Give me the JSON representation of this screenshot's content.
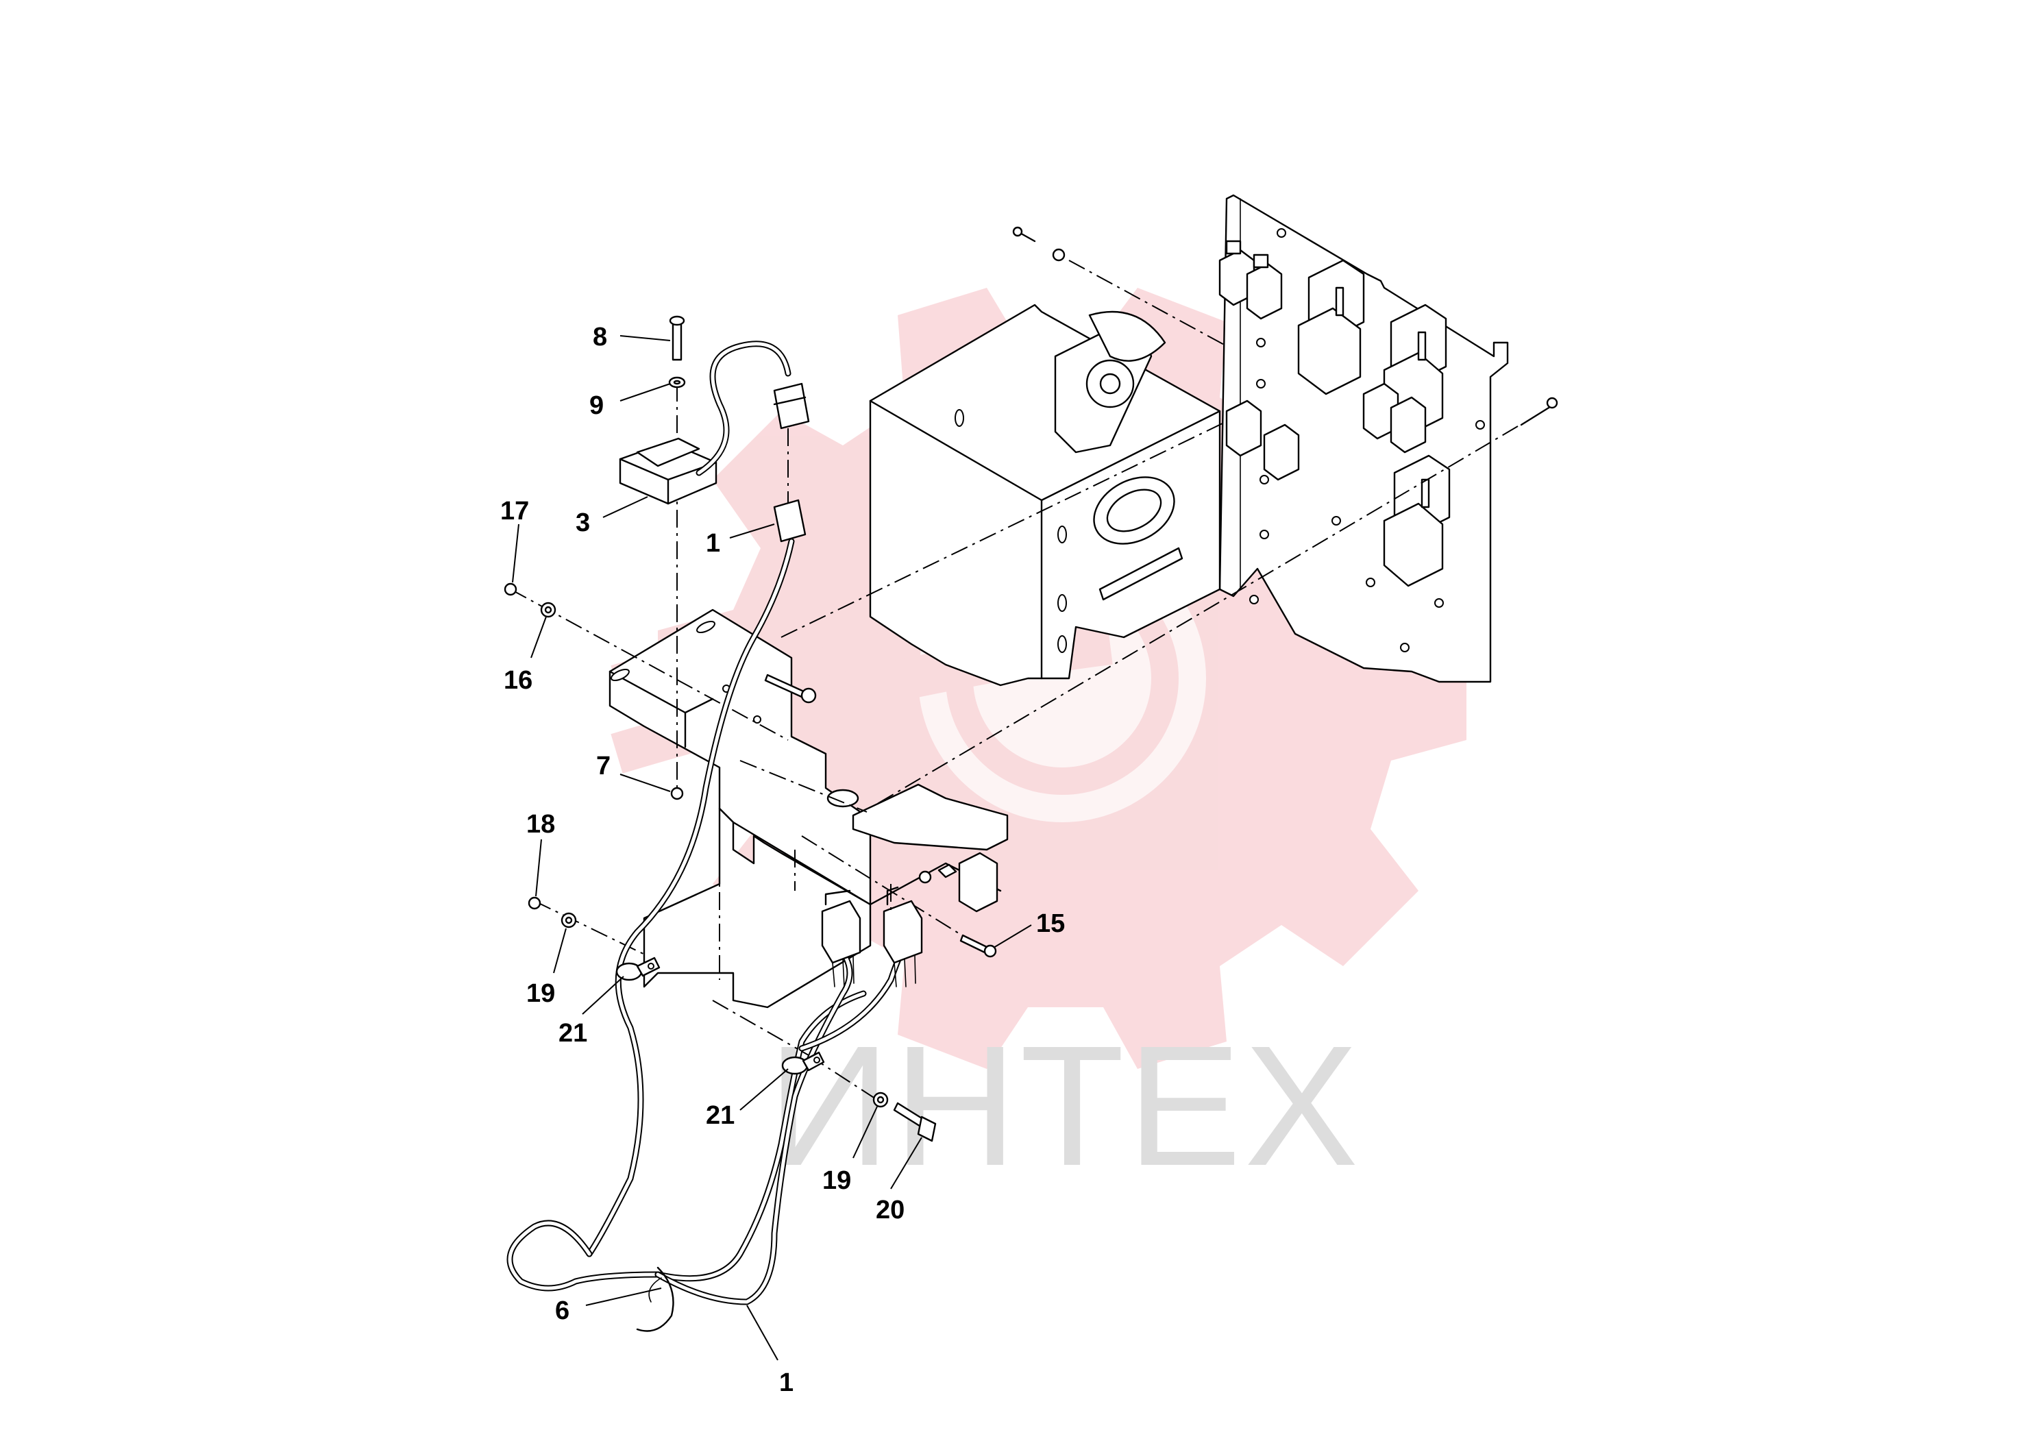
{
  "watermark": {
    "text": "ИНТЕХ",
    "gear_color": "#f9d5d8",
    "text_color": "#dddddd"
  },
  "callouts": [
    {
      "id": "c8",
      "label": "8"
    },
    {
      "id": "c9",
      "label": "9"
    },
    {
      "id": "c3",
      "label": "3"
    },
    {
      "id": "c1a",
      "label": "1"
    },
    {
      "id": "c17",
      "label": "17"
    },
    {
      "id": "c16",
      "label": "16"
    },
    {
      "id": "c7",
      "label": "7"
    },
    {
      "id": "c18",
      "label": "18"
    },
    {
      "id": "c19a",
      "label": "19"
    },
    {
      "id": "c21a",
      "label": "21"
    },
    {
      "id": "c15",
      "label": "15"
    },
    {
      "id": "c21b",
      "label": "21"
    },
    {
      "id": "c19b",
      "label": "19"
    },
    {
      "id": "c20",
      "label": "20"
    },
    {
      "id": "c6",
      "label": "6"
    },
    {
      "id": "c1b",
      "label": "1"
    }
  ]
}
